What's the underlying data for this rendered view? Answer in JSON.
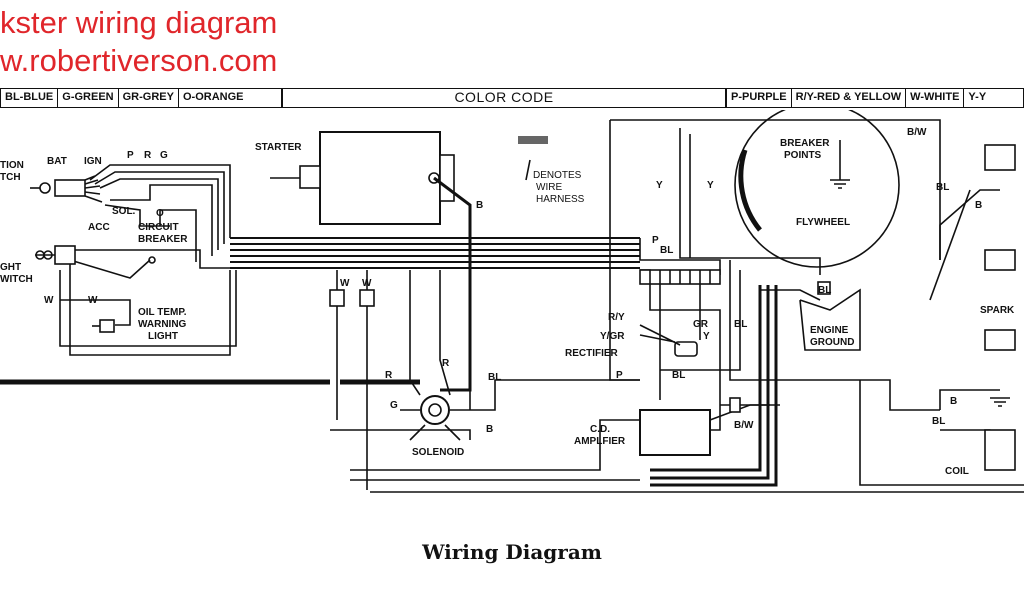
{
  "watermark": {
    "line1": "kster wiring diagram",
    "line2": "w.robertiverson.com"
  },
  "color_code": {
    "left": [
      "BL-BLUE",
      "G-GREEN",
      "GR-GREY",
      "O-ORANGE"
    ],
    "title": "COLOR CODE",
    "right": [
      "P-PURPLE",
      "R/Y-RED & YELLOW",
      "W-WHITE",
      "Y-Y"
    ]
  },
  "components": {
    "ignition_switch": "TION\nTCH",
    "starter": "STARTER",
    "denotes": "DENOTES\nWIRE\nHARNESS",
    "breaker_points": "BREAKER\nPOINTS",
    "flywheel": "FLYWHEEL",
    "circuit_breaker": "CIRCUIT\nBREAKER",
    "light_switch": "GHT\nWITCH",
    "oil_temp": "OIL TEMP.\nWARNING\nLIGHT",
    "rectifier": "RECTIFIER",
    "engine_ground": "ENGINE\nGROUND",
    "spark": "SPARK",
    "solenoid": "SOLENOID",
    "cd_amplifier": "C.D.\nAMPLFIER",
    "coil": "COIL"
  },
  "terminal_labels": {
    "bat": "BAT",
    "ign": "IGN",
    "sol": "SOL.",
    "acc": "ACC"
  },
  "wire_labels": [
    "P",
    "R",
    "G",
    "O",
    "B",
    "W",
    "W",
    "B/W",
    "Y",
    "Y",
    "BL",
    "B",
    "P",
    "BL",
    "R/Y",
    "Y/GR",
    "GR",
    "Y",
    "BL",
    "BL",
    "R",
    "R",
    "G",
    "BL",
    "B",
    "P",
    "BL",
    "B/W",
    "B",
    "BL",
    "W",
    "W"
  ],
  "caption": "Wiring Diagram"
}
